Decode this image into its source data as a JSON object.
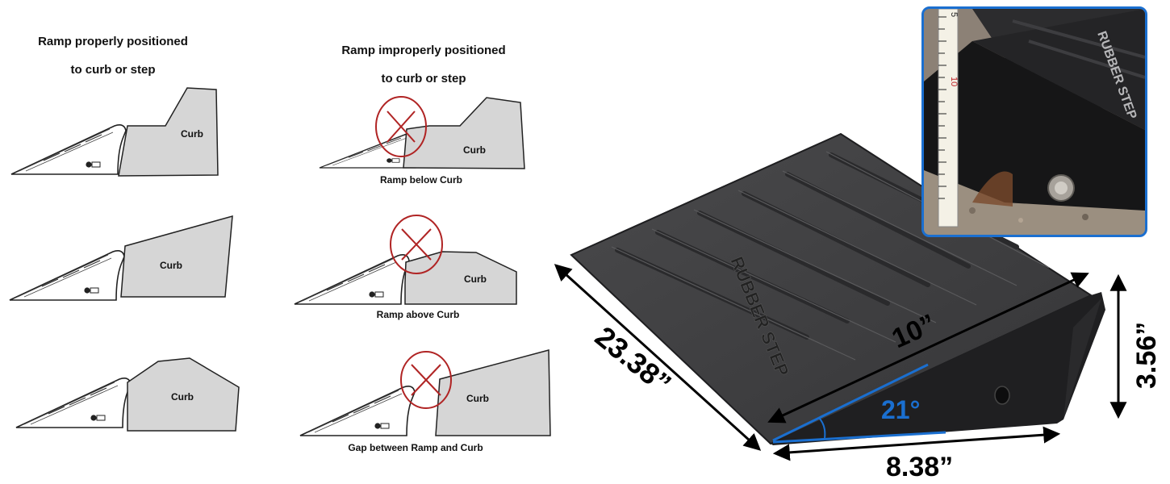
{
  "left": {
    "heading_line1": "Ramp properly positioned",
    "heading_line2": "to curb or step",
    "curb_label": "Curb"
  },
  "middle": {
    "heading_line1": "Ramp improperly positioned",
    "heading_line2": "to curb or step",
    "curb_label": "Curb",
    "captions": [
      "Ramp below Curb",
      "Ramp above Curb",
      "Gap between Ramp and Curb"
    ]
  },
  "product": {
    "brand_text": "RUBBER STEP",
    "dim_length": "23.38”",
    "dim_top_width": "10”",
    "dim_base": "8.38”",
    "dim_height": "3.56”",
    "angle": "21°",
    "angle_color": "#1a6fd0"
  },
  "photo": {
    "tape_numbers": [
      "5",
      "10"
    ],
    "brand_text": "RUBBER STEP"
  }
}
